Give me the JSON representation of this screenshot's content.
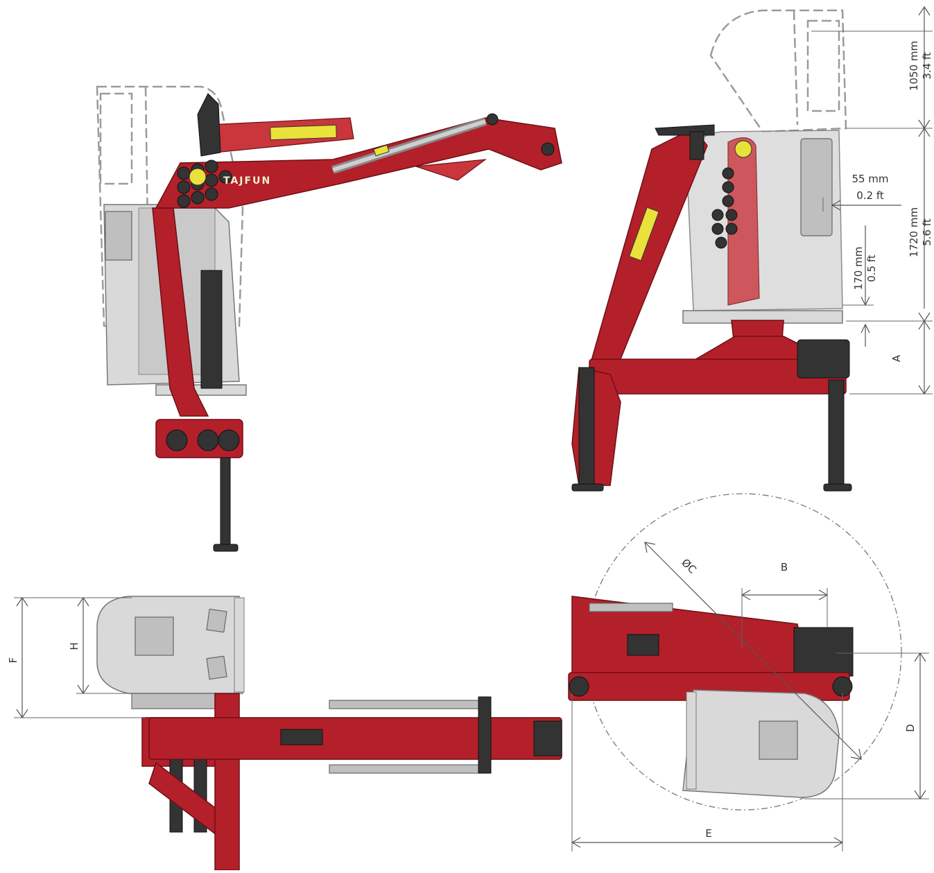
{
  "brand": {
    "logo_text": "TAJFUN",
    "red": "#b3202a",
    "grey": "#d9d9d9",
    "yellow": "#e8e23a"
  },
  "dimensions": {
    "cab_top": {
      "mm": "1050 mm",
      "ft": "3.4 ft"
    },
    "cab_height": {
      "mm": "1720 mm",
      "ft": "5.6 ft"
    },
    "side_offset": {
      "mm": "55 mm",
      "ft": "0.2 ft"
    },
    "step": {
      "mm": "170 mm",
      "ft": "0.5 ft"
    },
    "labels": {
      "a": "A",
      "b": "B",
      "c": "ØC",
      "d": "D",
      "e": "E",
      "f": "F",
      "h": "H"
    }
  }
}
